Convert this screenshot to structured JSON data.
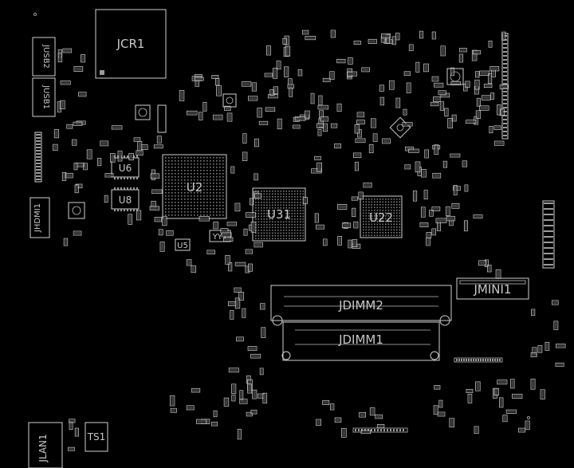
{
  "labels": {
    "jcr1": "JCR1",
    "jusb2": "JUSB2",
    "jusb1": "JUSB1",
    "jhdmi1": "JHDMI1",
    "u2": "U2",
    "u31": "U31",
    "u22": "U22",
    "u6": "U6",
    "u8": "U8",
    "u5": "U5",
    "yy1": "YY1",
    "jdimm2": "JDIMM2",
    "jdimm1": "JDIMM1",
    "jmini1": "JMINI1",
    "jlan1": "JLAN1",
    "ts1": "TS1"
  },
  "colors": {
    "background": "#000000",
    "silkscreen": "#cfcfcf",
    "pads": "#9a9a9a"
  }
}
